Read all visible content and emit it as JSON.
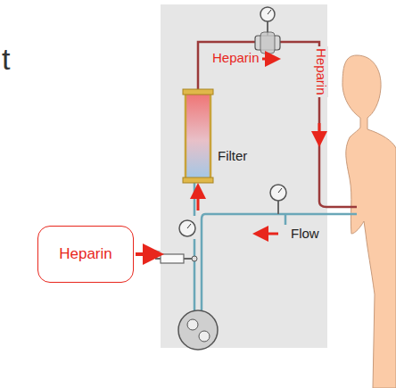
{
  "diagram": {
    "nodes": [
      {
        "text": [
          "Heparin"
        ]
      },
      {
        "text": [
          "Filter"
        ]
      }
    ],
    "labels": [
      "t",
      "Heparin",
      "Heparin",
      "Flow"
    ]
  }
}
